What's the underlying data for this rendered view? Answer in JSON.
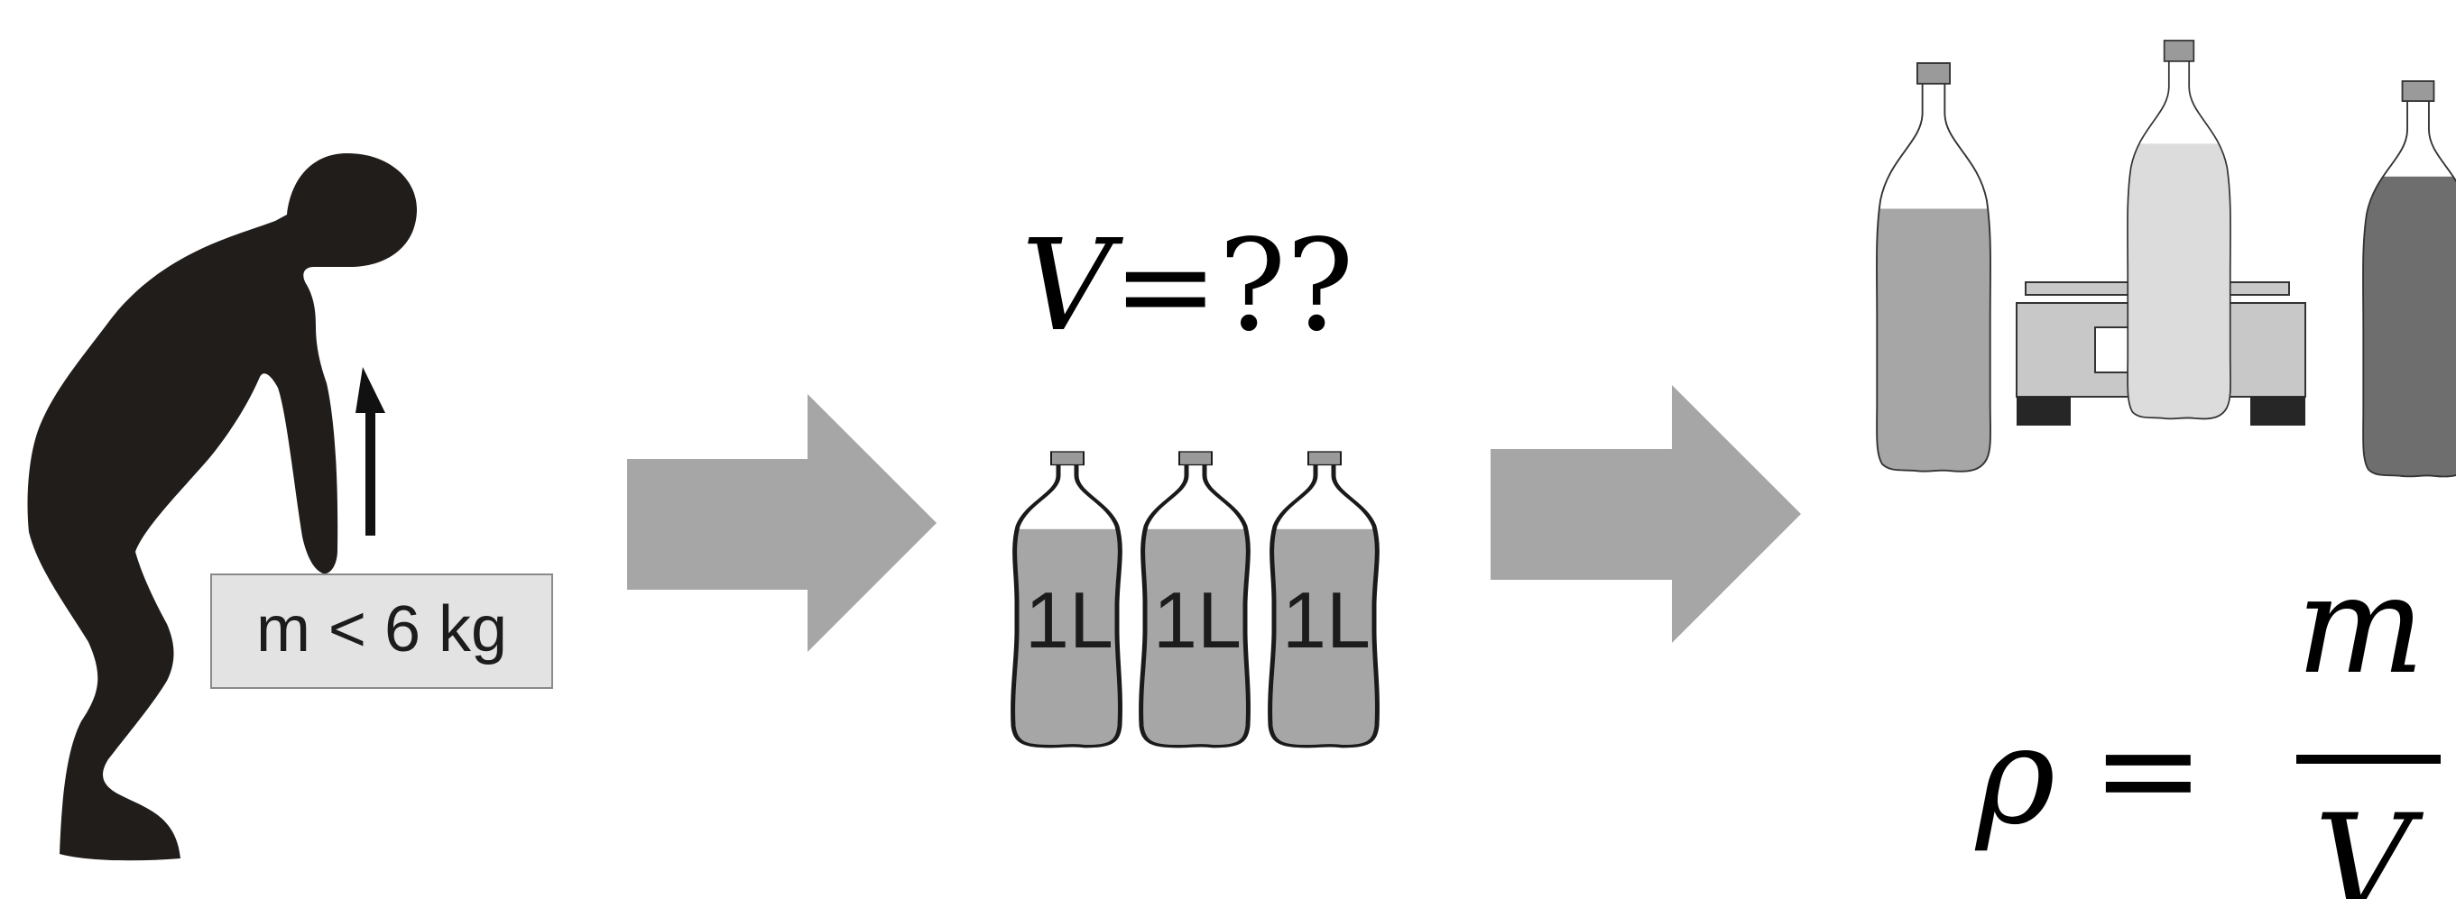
{
  "colors": {
    "figure": "#201d1b",
    "arrow": "#a6a6a6",
    "box_fill": "#e3e3e3",
    "liquid_medium": "#a6a6a6",
    "liquid_light": "#dcdcdc",
    "liquid_dark": "#6e6e6e",
    "cap": "#9a9a9a",
    "scale_body": "#c8c8c8",
    "scale_feet": "#262626"
  },
  "icons": {
    "person": "person-lifting-icon",
    "flow_arrow": "block-arrow-right-icon",
    "bottle": "bottle-icon",
    "scale": "weighing-scale-icon"
  },
  "step1": {
    "weight_limit_label": "m < 6 kg"
  },
  "step2": {
    "volume_question": {
      "symbol": "V",
      "rest": "=??"
    },
    "bottles": [
      {
        "label": "1L"
      },
      {
        "label": "1L"
      },
      {
        "label": "1L"
      }
    ]
  },
  "step3": {
    "density_formula": {
      "lhs": "ρ",
      "equals": "=",
      "numerator": "m",
      "denominator": "V"
    }
  }
}
